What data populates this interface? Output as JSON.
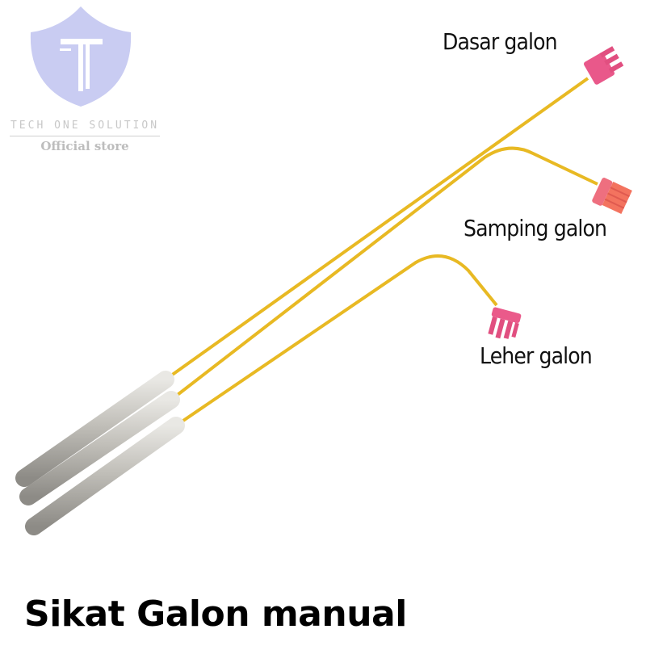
{
  "logo": {
    "brand": "TECH ONE SOLUTION",
    "subtitle": "Official store",
    "color": "#c9ccf2"
  },
  "labels": {
    "dasar": "Dasar galon",
    "samping": "Samping galon",
    "leher": "Leher galon"
  },
  "title": "Sikat Galon manual",
  "colors": {
    "rod": "#e8b923",
    "handle": "#b8b6b0",
    "head_pink": "#ea5a8a",
    "head_salmon": "#f0706a"
  }
}
